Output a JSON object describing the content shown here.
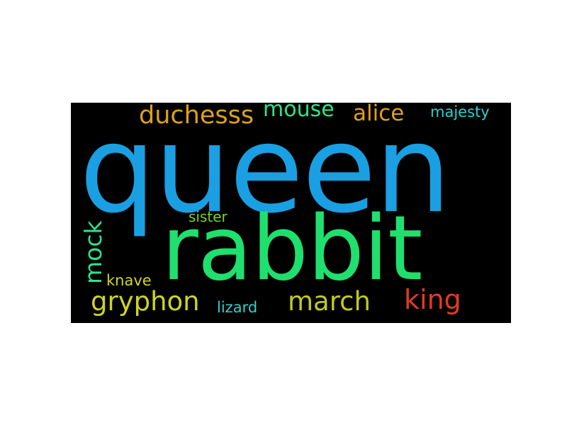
{
  "word_cloud": {
    "background_color": "#000000",
    "words": [
      {
        "text": "queen",
        "color": "#1a9fe3"
      },
      {
        "text": "rabbit",
        "color": "#1fe06e"
      },
      {
        "text": "duchesss",
        "color": "#e0a019"
      },
      {
        "text": "mouse",
        "color": "#2ee38a"
      },
      {
        "text": "alice",
        "color": "#e0a019"
      },
      {
        "text": "majesty",
        "color": "#2bd2ce"
      },
      {
        "text": "sister",
        "color": "#7cd321"
      },
      {
        "text": "mock",
        "color": "#2ee38a",
        "orientation": "vertical"
      },
      {
        "text": "knave",
        "color": "#cfd324"
      },
      {
        "text": "gryphon",
        "color": "#cfd324"
      },
      {
        "text": "lizard",
        "color": "#2bd2ce"
      },
      {
        "text": "march",
        "color": "#c2c91f"
      },
      {
        "text": "king",
        "color": "#e23a23"
      }
    ]
  }
}
